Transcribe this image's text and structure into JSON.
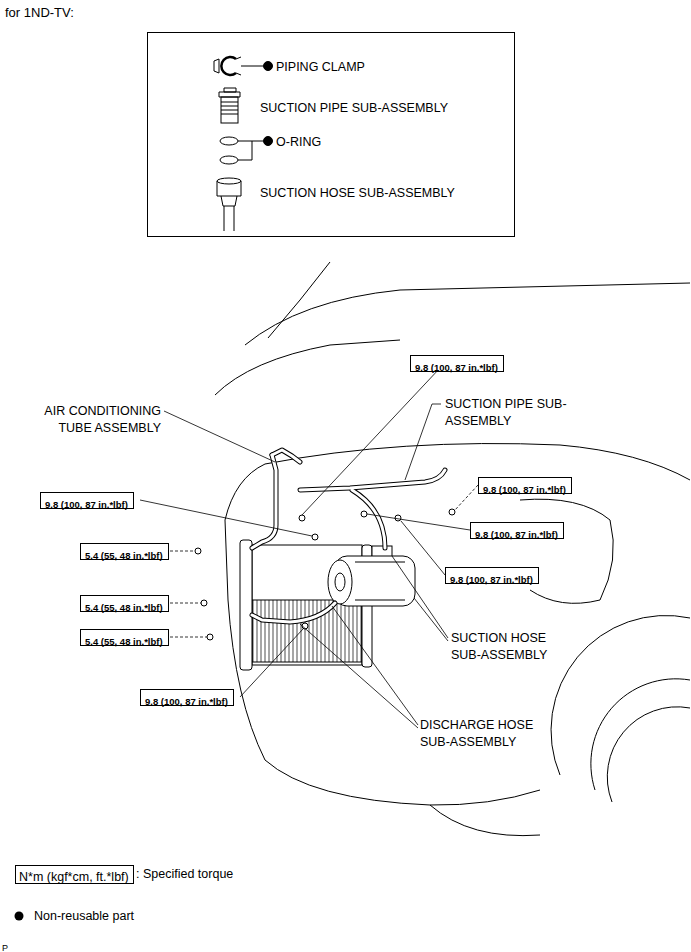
{
  "diagram": {
    "title": "for 1ND-TV:",
    "nodes": [
      {
        "text": [
          "PIPING CLAMP",
          "SUCTION PIPE SUB-ASSEMBLY",
          "O-RING",
          "SUCTION HOSE SUB-ASSEMBLY"
        ]
      },
      {
        "text": [
          "9.8 (100, 87 in.*lbf)"
        ]
      },
      {
        "text": [
          "9.8 (100, 87 in.*lbf)"
        ]
      },
      {
        "text": [
          "9.8 (100, 87 in.*lbf)"
        ]
      },
      {
        "text": [
          "9.8 (100, 87 in.*lbf)"
        ]
      },
      {
        "text": [
          "5.4 (55, 48 in.*lbf)"
        ]
      },
      {
        "text": [
          "9.8 (100, 87 in.*lbf)"
        ]
      },
      {
        "text": [
          "5.4 (55, 48 in.*lbf)"
        ]
      },
      {
        "text": [
          "5.4 (55, 48 in.*lbf)"
        ]
      },
      {
        "text": [
          "9.8 (100, 87 in.*lbf)"
        ]
      },
      {
        "text": [
          "N*m (kgf*cm, ft.*lbf)"
        ]
      }
    ],
    "labels": [
      "AIR CONDITIONING TUBE ASSEMBLY",
      "SUCTION PIPE SUB-ASSEMBLY",
      "SUCTION HOSE SUB-ASSEMBLY",
      "DISCHARGE HOSE SUB-ASSEMBLY",
      ": Specified torque",
      "P"
    ],
    "legend": [
      {
        "text": "Non-reusable part"
      }
    ]
  }
}
